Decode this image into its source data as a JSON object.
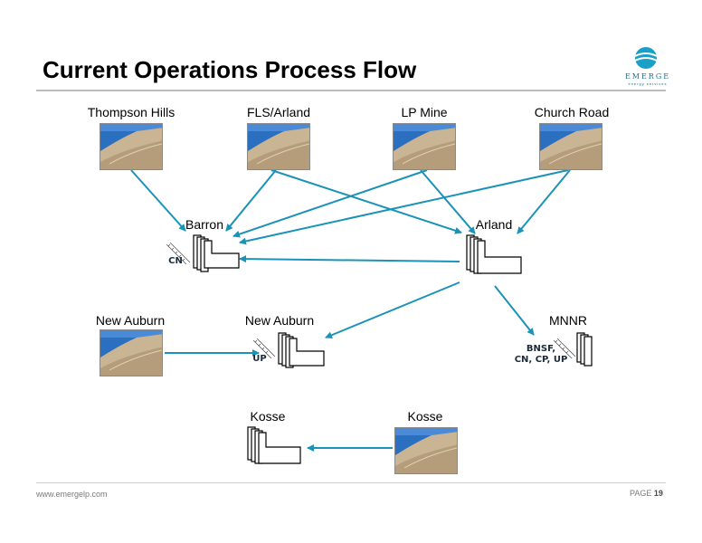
{
  "header": {
    "title": "Current Operations Process Flow"
  },
  "logo": {
    "name": "EMERGE",
    "tagline": "energy services"
  },
  "mines": [
    {
      "id": "thompson-hills",
      "label": "Thompson Hills"
    },
    {
      "id": "fls-arland",
      "label": "FLS/Arland"
    },
    {
      "id": "lp-mine",
      "label": "LP Mine"
    },
    {
      "id": "church-road",
      "label": "Church Road"
    },
    {
      "id": "new-auburn-mine",
      "label": "New Auburn"
    },
    {
      "id": "kosse-mine",
      "label": "Kosse"
    }
  ],
  "plants": [
    {
      "id": "barron",
      "label": "Barron",
      "rail": "CN"
    },
    {
      "id": "arland",
      "label": "Arland",
      "rail": ""
    },
    {
      "id": "new-auburn-plant",
      "label": "New Auburn",
      "rail": "UP"
    },
    {
      "id": "mnnr",
      "label": "MNNR",
      "rail": "BNSF,\nCN, CP, UP"
    },
    {
      "id": "kosse-plant",
      "label": "Kosse",
      "rail": ""
    }
  ],
  "flows": [
    {
      "from": "Thompson Hills",
      "to": "Barron"
    },
    {
      "from": "FLS/Arland",
      "to": "Barron"
    },
    {
      "from": "FLS/Arland",
      "to": "Arland"
    },
    {
      "from": "LP Mine",
      "to": "Barron"
    },
    {
      "from": "LP Mine",
      "to": "Arland"
    },
    {
      "from": "Church Road",
      "to": "Barron"
    },
    {
      "from": "Church Road",
      "to": "Arland"
    },
    {
      "from": "Arland",
      "to": "Barron"
    },
    {
      "from": "Arland",
      "to": "New Auburn"
    },
    {
      "from": "Arland",
      "to": "MNNR"
    },
    {
      "from": "New Auburn",
      "to": "New Auburn"
    },
    {
      "from": "Kosse",
      "to": "Kosse"
    }
  ],
  "colors": {
    "arrow": "#1b93b8",
    "sky": "#2a6fc0",
    "sand": "#c9b494"
  },
  "footer": {
    "url": "www.emergelp.com",
    "page_label": "PAGE",
    "page_number": "19"
  }
}
